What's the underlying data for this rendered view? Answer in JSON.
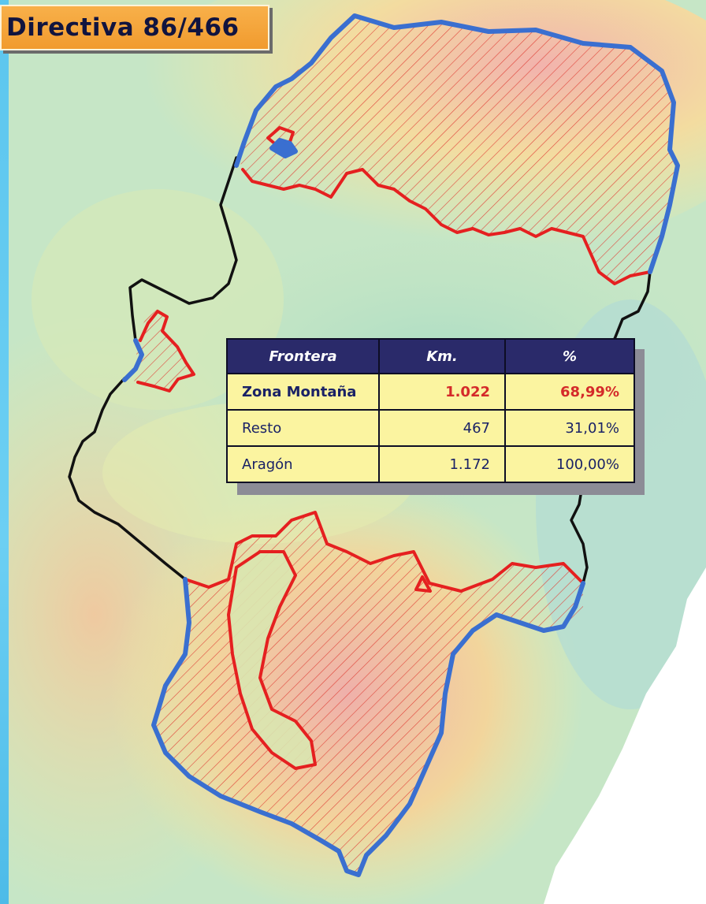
{
  "title": "Directiva 86/466",
  "table": {
    "headers": [
      "Frontera",
      "Km.",
      "%"
    ],
    "rows": [
      {
        "label": "Zona Montaña",
        "km": "1.022",
        "pct": "68,99%"
      },
      {
        "label": "Resto",
        "km": "467",
        "pct": "31,01%"
      },
      {
        "label": "Aragón",
        "km": "1.172",
        "pct": "100,00%"
      }
    ]
  },
  "legend_colors": {
    "border_with_mountain_zone": "#3a6fd0",
    "mountain_zone_boundary": "#e52020",
    "other_border": "#111111",
    "hatch": "#e0443a",
    "highlight_value": "#d42a2a"
  }
}
